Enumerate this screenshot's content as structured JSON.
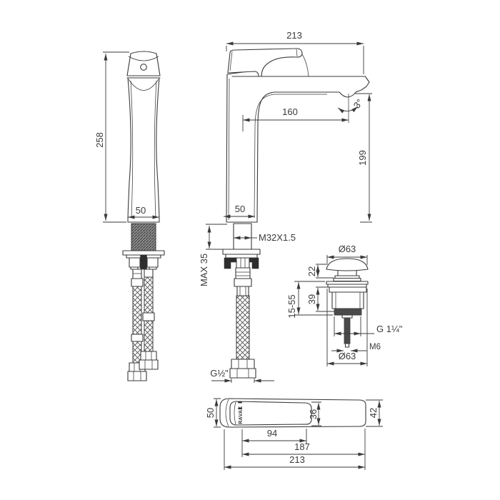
{
  "drawing": {
    "background": "#ffffff",
    "line_color": "#3a3a3a",
    "front_view": {
      "height": "258",
      "base_width": "50"
    },
    "side_view": {
      "overall_length": "213",
      "spout_reach": "160",
      "aerator_angle": "3°",
      "spout_height": "199",
      "base_width": "50",
      "body_thread": "M32X1.5",
      "max_deck": "MAX 35",
      "hose_thread": "G½\""
    },
    "drain_valve": {
      "cap_diameter": "Ø63",
      "cap_height": "22",
      "body_height": "39",
      "clamp_range": "15-55",
      "waste_thread": "G 1¼\"",
      "rod_thread": "M6",
      "flange_diameter": "Ø63"
    },
    "top_view": {
      "width": "50",
      "handle_length": "94",
      "neck_width": "36",
      "end_width": "42",
      "body_length": "187",
      "overall_length": "213",
      "brand": "RAVAK"
    }
  }
}
